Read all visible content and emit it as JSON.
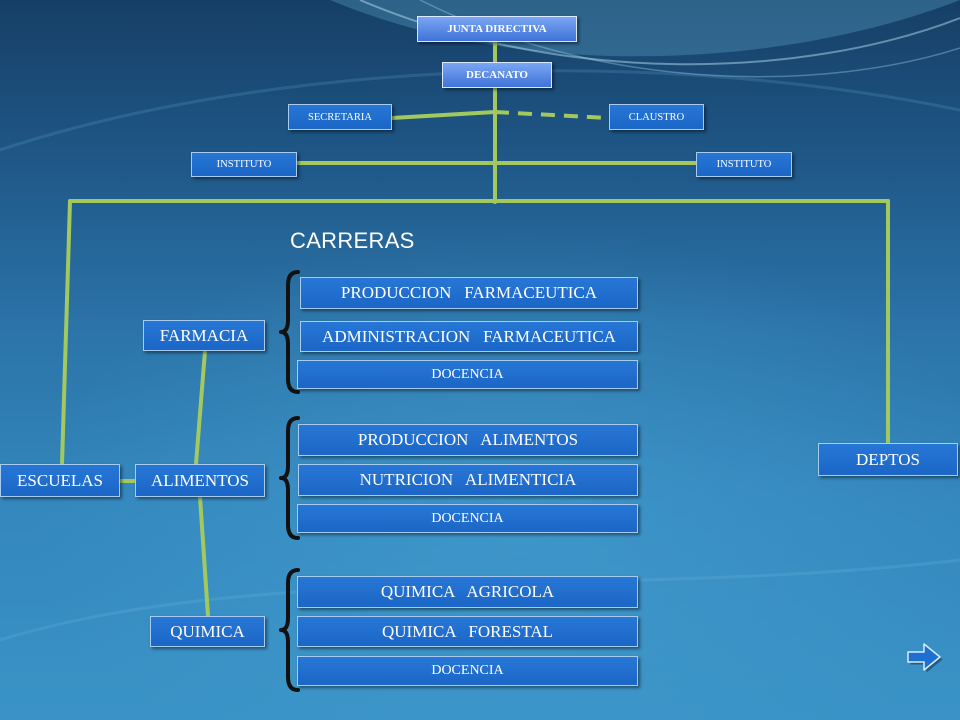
{
  "heading": "CARRERAS",
  "top": {
    "junta": "JUNTA DIRECTIVA",
    "decanato": "DECANATO",
    "secretaria": "SECRETARIA",
    "claustro": "CLAUSTRO",
    "instituto_left": "INSTITUTO",
    "instituto_right": "INSTITUTO"
  },
  "escuelas": "ESCUELAS",
  "deptos": "DEPTOS",
  "schools": [
    {
      "label": "FARMACIA",
      "careers": [
        "PRODUCCION   FARMACEUTICA",
        "ADMINISTRACION   FARMACEUTICA",
        "DOCENCIA"
      ]
    },
    {
      "label": "ALIMENTOS",
      "careers": [
        "PRODUCCION   ALIMENTOS",
        "NUTRICION   ALIMENTICIA",
        "DOCENCIA"
      ]
    },
    {
      "label": "QUIMICA",
      "careers": [
        "QUIMICA   AGRICOLA",
        "QUIMICA   FORESTAL",
        "DOCENCIA"
      ]
    }
  ],
  "nav": {
    "next_icon": "arrow-right-icon"
  },
  "colors": {
    "connector": "#a3c95e",
    "box_fill": "#1d6dcf",
    "top_box_fill": "#5a8ae6",
    "brace": "#111111",
    "text": "#ffffff"
  }
}
